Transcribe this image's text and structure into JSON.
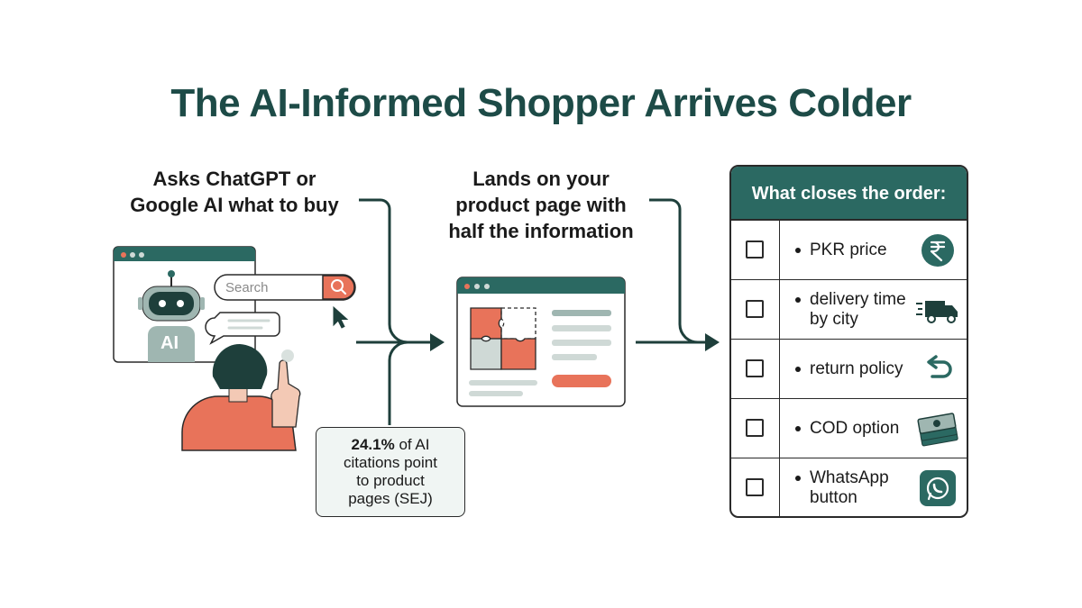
{
  "title": "The AI-Informed Shopper Arrives Colder",
  "steps": {
    "step1": [
      "Asks ChatGPT or",
      "Google AI what to buy"
    ],
    "step2": [
      "Lands on your",
      "product page with",
      "half the information"
    ]
  },
  "illustration": {
    "search_placeholder": "Search",
    "robot_label": "AI"
  },
  "stat": {
    "highlight": "24.1%",
    "text_lines": [
      "of AI",
      "citations point",
      "to product",
      "pages (SEJ)"
    ]
  },
  "checklist": {
    "header": "What closes the order:",
    "items": [
      {
        "label_lines": [
          "PKR price"
        ],
        "icon": "rupee-icon"
      },
      {
        "label_lines": [
          "delivery time",
          "by city"
        ],
        "icon": "truck-icon"
      },
      {
        "label_lines": [
          "return policy"
        ],
        "icon": "return-arrow-icon"
      },
      {
        "label_lines": [
          "COD option"
        ],
        "icon": "cash-stack-icon"
      },
      {
        "label_lines": [
          "WhatsApp",
          "button"
        ],
        "icon": "whatsapp-icon"
      }
    ]
  },
  "colors": {
    "title": "#1d4b47",
    "teal_dark": "#2b6962",
    "accent_coral": "#e8735a",
    "gray_light": "#cfd9d6"
  }
}
